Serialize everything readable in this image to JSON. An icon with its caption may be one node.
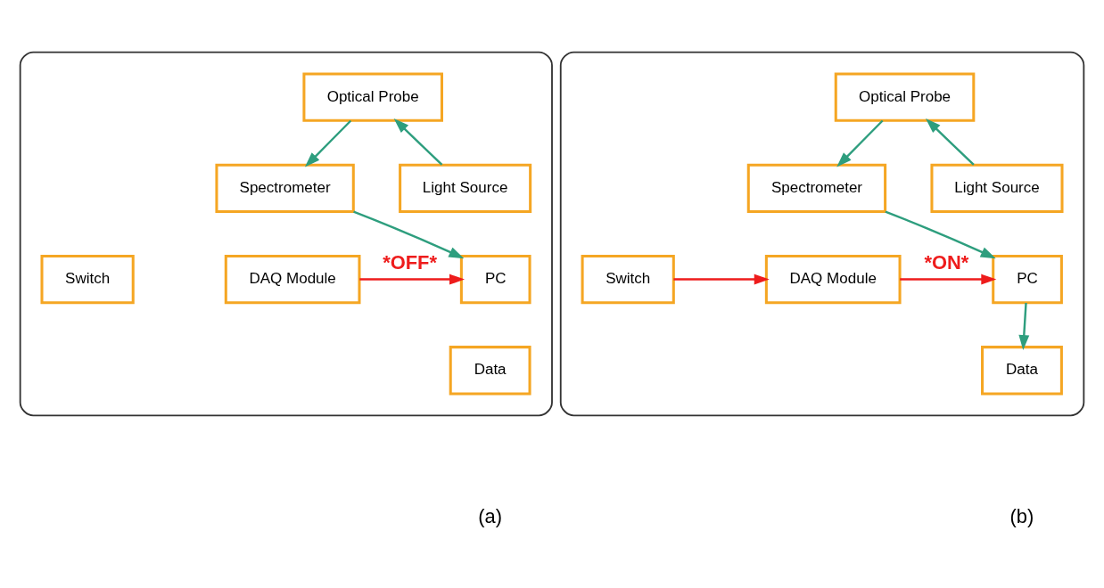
{
  "diagram": {
    "nodes": [
      {
        "text": [],
        "shape": "box"
      },
      {
        "text": [
          "Optical Probe"
        ],
        "in": 0
      },
      {
        "text": [
          "Spectrometer"
        ],
        "in": 0
      },
      {
        "text": [
          "Light Source"
        ],
        "in": 0
      },
      {
        "text": [
          "PC"
        ],
        "in": 0
      },
      {
        "text": [
          "DAQ Module"
        ],
        "in": 0
      },
      {
        "text": [
          "Switch"
        ],
        "in": 0
      },
      {
        "text": [
          "Data"
        ],
        "in": 0
      },
      {
        "text": [],
        "shape": "box"
      },
      {
        "text": [
          "Optical Probe"
        ],
        "in": 8
      },
      {
        "text": [
          "Spectrometer"
        ],
        "in": 8
      },
      {
        "text": [
          "Light Source"
        ],
        "in": 8
      },
      {
        "text": [
          "PC"
        ],
        "in": 8
      },
      {
        "text": [
          "DAQ Module"
        ],
        "in": 8
      },
      {
        "text": [
          "Switch"
        ],
        "in": 8
      },
      {
        "text": [
          "Data"
        ],
        "in": 8
      }
    ],
    "edges": [
      {
        "from": 1,
        "to": 2,
        "arrow": "to"
      },
      {
        "from": 3,
        "to": 1,
        "arrow": "to"
      },
      {
        "from": 2,
        "to": 4,
        "arrow": "to"
      },
      {
        "from": 5,
        "to": 4,
        "arrow": "to",
        "label": "*OFF*",
        "color": "#ee1c1c"
      },
      {
        "from": 9,
        "to": 10,
        "arrow": "to"
      },
      {
        "from": 11,
        "to": 9,
        "arrow": "to"
      },
      {
        "from": 10,
        "to": 12,
        "arrow": "to"
      },
      {
        "from": 13,
        "to": 12,
        "arrow": "to",
        "label": "*ON*",
        "color": "#ee1c1c"
      },
      {
        "from": 14,
        "to": 13,
        "arrow": "to",
        "color": "#ee1c1c"
      },
      {
        "from": 12,
        "to": 15,
        "arrow": "to"
      }
    ],
    "labels": [
      "(a)",
      "(b)"
    ]
  }
}
